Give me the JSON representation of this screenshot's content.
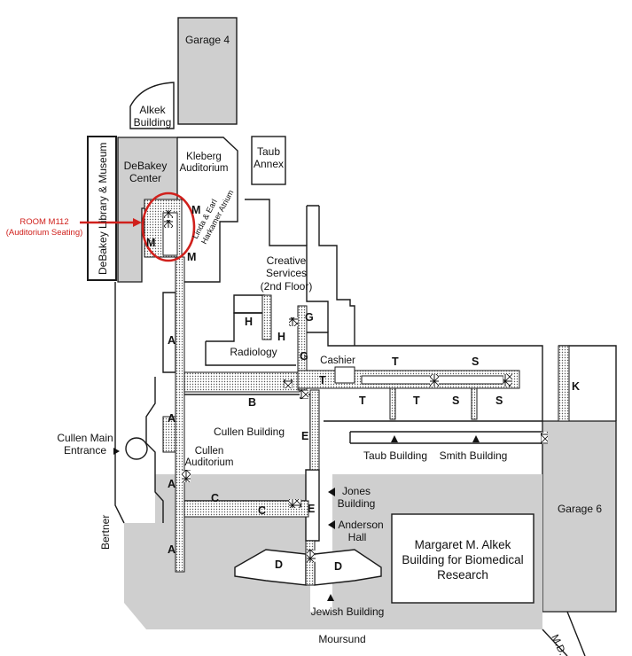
{
  "colors": {
    "building_gray": "#cfcfcf",
    "dark_gray": "#b7b7b7",
    "outline": "#1a1a1a",
    "corridor_dots": "#bdbdbd",
    "highlight_red": "#d0201c"
  },
  "annotation": {
    "room_label": "ROOM M112",
    "room_sub": "(Auditorium Seating)"
  },
  "buildings": {
    "garage4": "Garage 4",
    "alkek_l1": "Alkek",
    "alkek_l2": "Building",
    "debakey_library": "DeBakey Library & Museum",
    "debakey_center_l1": "DeBakey",
    "debakey_center_l2": "Center",
    "kleberg_l1": "Kleberg",
    "kleberg_l2": "Auditorium",
    "taub_annex_l1": "Taub",
    "taub_annex_l2": "Annex",
    "atrium_l1": "Linda & Earl",
    "atrium_l2": "Harkamer Atrium",
    "creative_l1": "Creative",
    "creative_l2": "Services",
    "creative_l3": "(2nd Floor)",
    "radiology": "Radiology",
    "cashier": "Cashier",
    "cullen_building": "Cullen Building",
    "cullen_aud_l1": "Cullen",
    "cullen_aud_l2": "Auditorium",
    "cullen_entrance_l1": "Cullen Main",
    "cullen_entrance_l2": "Entrance",
    "taub_building": "Taub Building",
    "smith_building": "Smith Building",
    "jones_l1": "Jones",
    "jones_l2": "Building",
    "anderson_l1": "Anderson",
    "anderson_l2": "Hall",
    "alkek_bio_l1": "Margaret M. Alkek",
    "alkek_bio_l2": "Building for Biomedical",
    "alkek_bio_l3": "Research",
    "jewish_building": "Jewish Building",
    "garage6": "Garage 6"
  },
  "streets": {
    "bertner": "Bertner",
    "moursund": "Moursund",
    "md": "M.D."
  },
  "zones": {
    "M": "M",
    "A": "A",
    "B": "B",
    "C": "C",
    "D": "D",
    "E": "E",
    "G": "G",
    "H": "H",
    "K": "K",
    "S": "S",
    "T": "T"
  }
}
